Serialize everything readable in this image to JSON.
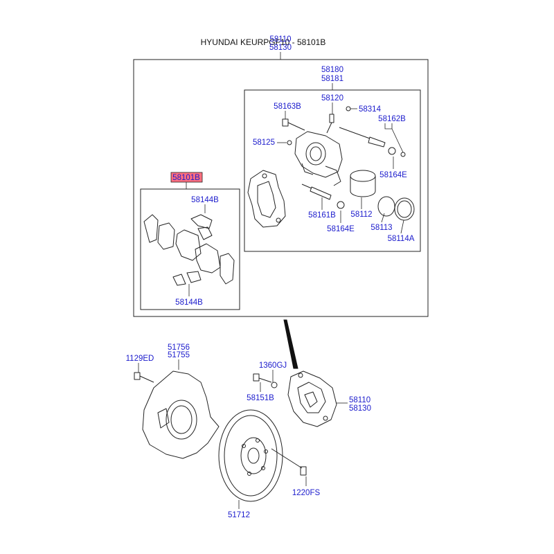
{
  "header": {
    "title": "HYUNDAI KEURPGF10 - 58101B",
    "top_code_1": "58110",
    "top_code_2": "58130"
  },
  "caliper_kit": {
    "codes": [
      "58180",
      "58181"
    ],
    "labels": {
      "p58120": "58120",
      "p58314": "58314",
      "p58163B": "58163B",
      "p58162B": "58162B",
      "p58125": "58125",
      "p58164E_top": "58164E",
      "p58161B": "58161B",
      "p58112": "58112",
      "p58164E_bottom": "58164E",
      "p58113": "58113",
      "p58114A": "58114A"
    }
  },
  "pad_kit": {
    "highlight_code": "58101B",
    "highlight_color": "#ff6f7f",
    "clip_top": "58144B",
    "clip_bottom": "58144B"
  },
  "assembly": {
    "p1129ED": "1129ED",
    "p51756": "51756",
    "p51755": "51755",
    "p1360GJ": "1360GJ",
    "p58151B": "58151B",
    "p58110": "58110",
    "p58130": "58130",
    "p1220FS": "1220FS",
    "p51712": "51712"
  },
  "colors": {
    "label": "#1a1acc",
    "line": "#222222"
  }
}
